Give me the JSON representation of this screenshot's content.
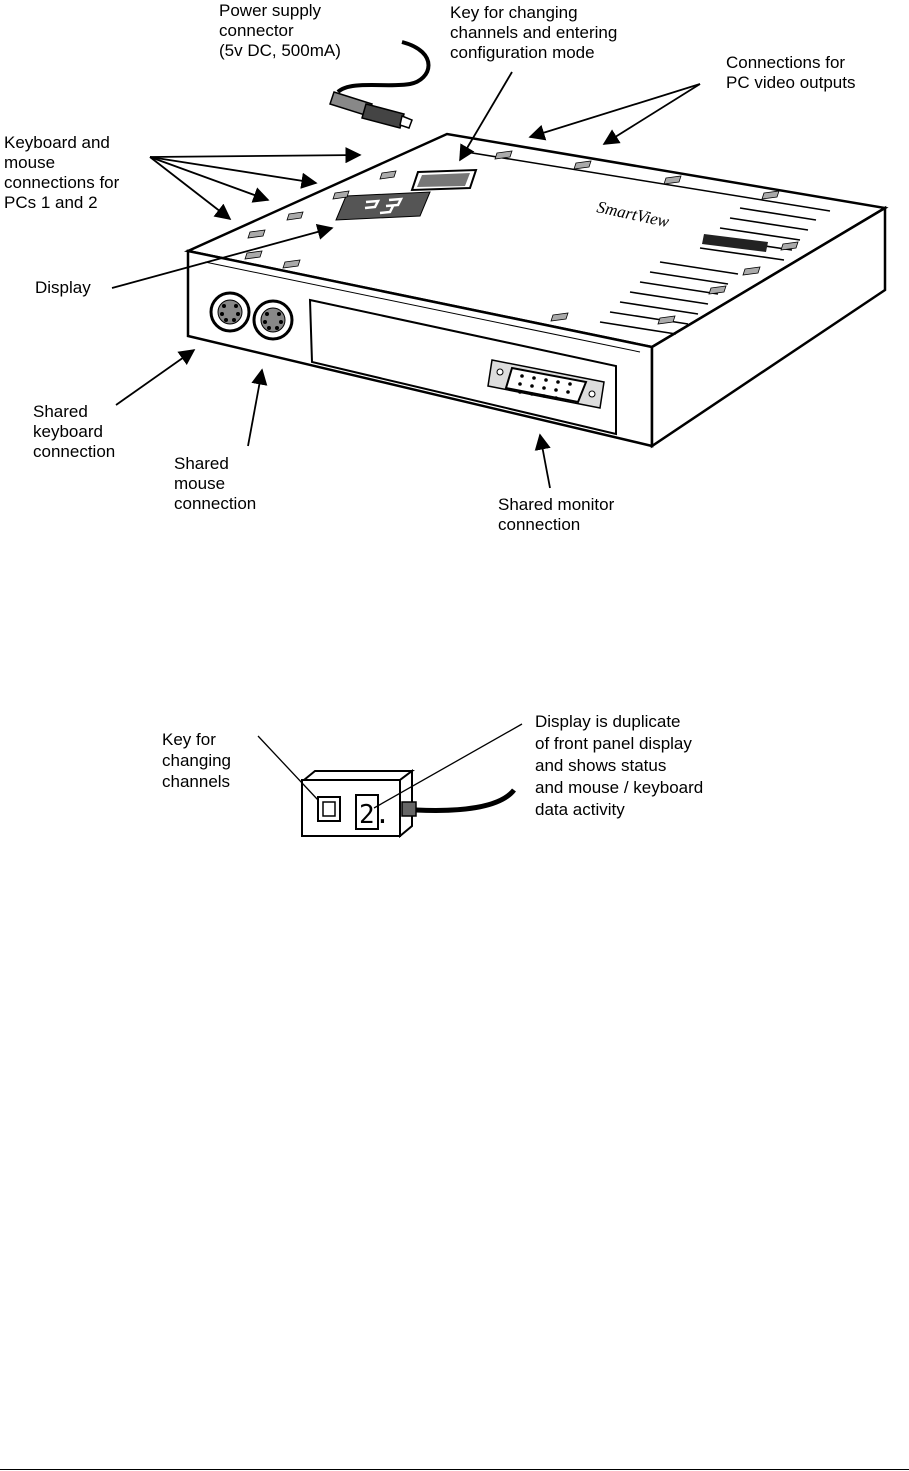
{
  "main_unit": {
    "labels": {
      "power_supply": [
        "Power supply",
        "connector",
        "(5v DC, 500mA)"
      ],
      "channel_key": [
        "Key for changing",
        "channels and entering",
        "configuration mode"
      ],
      "video_outputs": [
        "Connections for",
        "PC video outputs"
      ],
      "kbd_mouse_pcs": [
        "Keyboard and",
        "mouse",
        "connections for",
        "PCs 1 and 2"
      ],
      "display": [
        "Display"
      ],
      "shared_keyboard": [
        "Shared",
        "keyboard",
        "connection"
      ],
      "shared_mouse": [
        "Shared",
        "mouse",
        "connection"
      ],
      "shared_monitor": [
        "Shared monitor",
        "connection"
      ]
    },
    "logo_text": "SmartView",
    "display_digit": "2"
  },
  "remote_unit": {
    "labels": {
      "key": [
        "Key for",
        "changing",
        "channels"
      ],
      "display": [
        "Display is duplicate",
        "of front panel display",
        "and shows status",
        "and mouse / keyboard",
        "data activity"
      ]
    },
    "display_digit": "2."
  }
}
